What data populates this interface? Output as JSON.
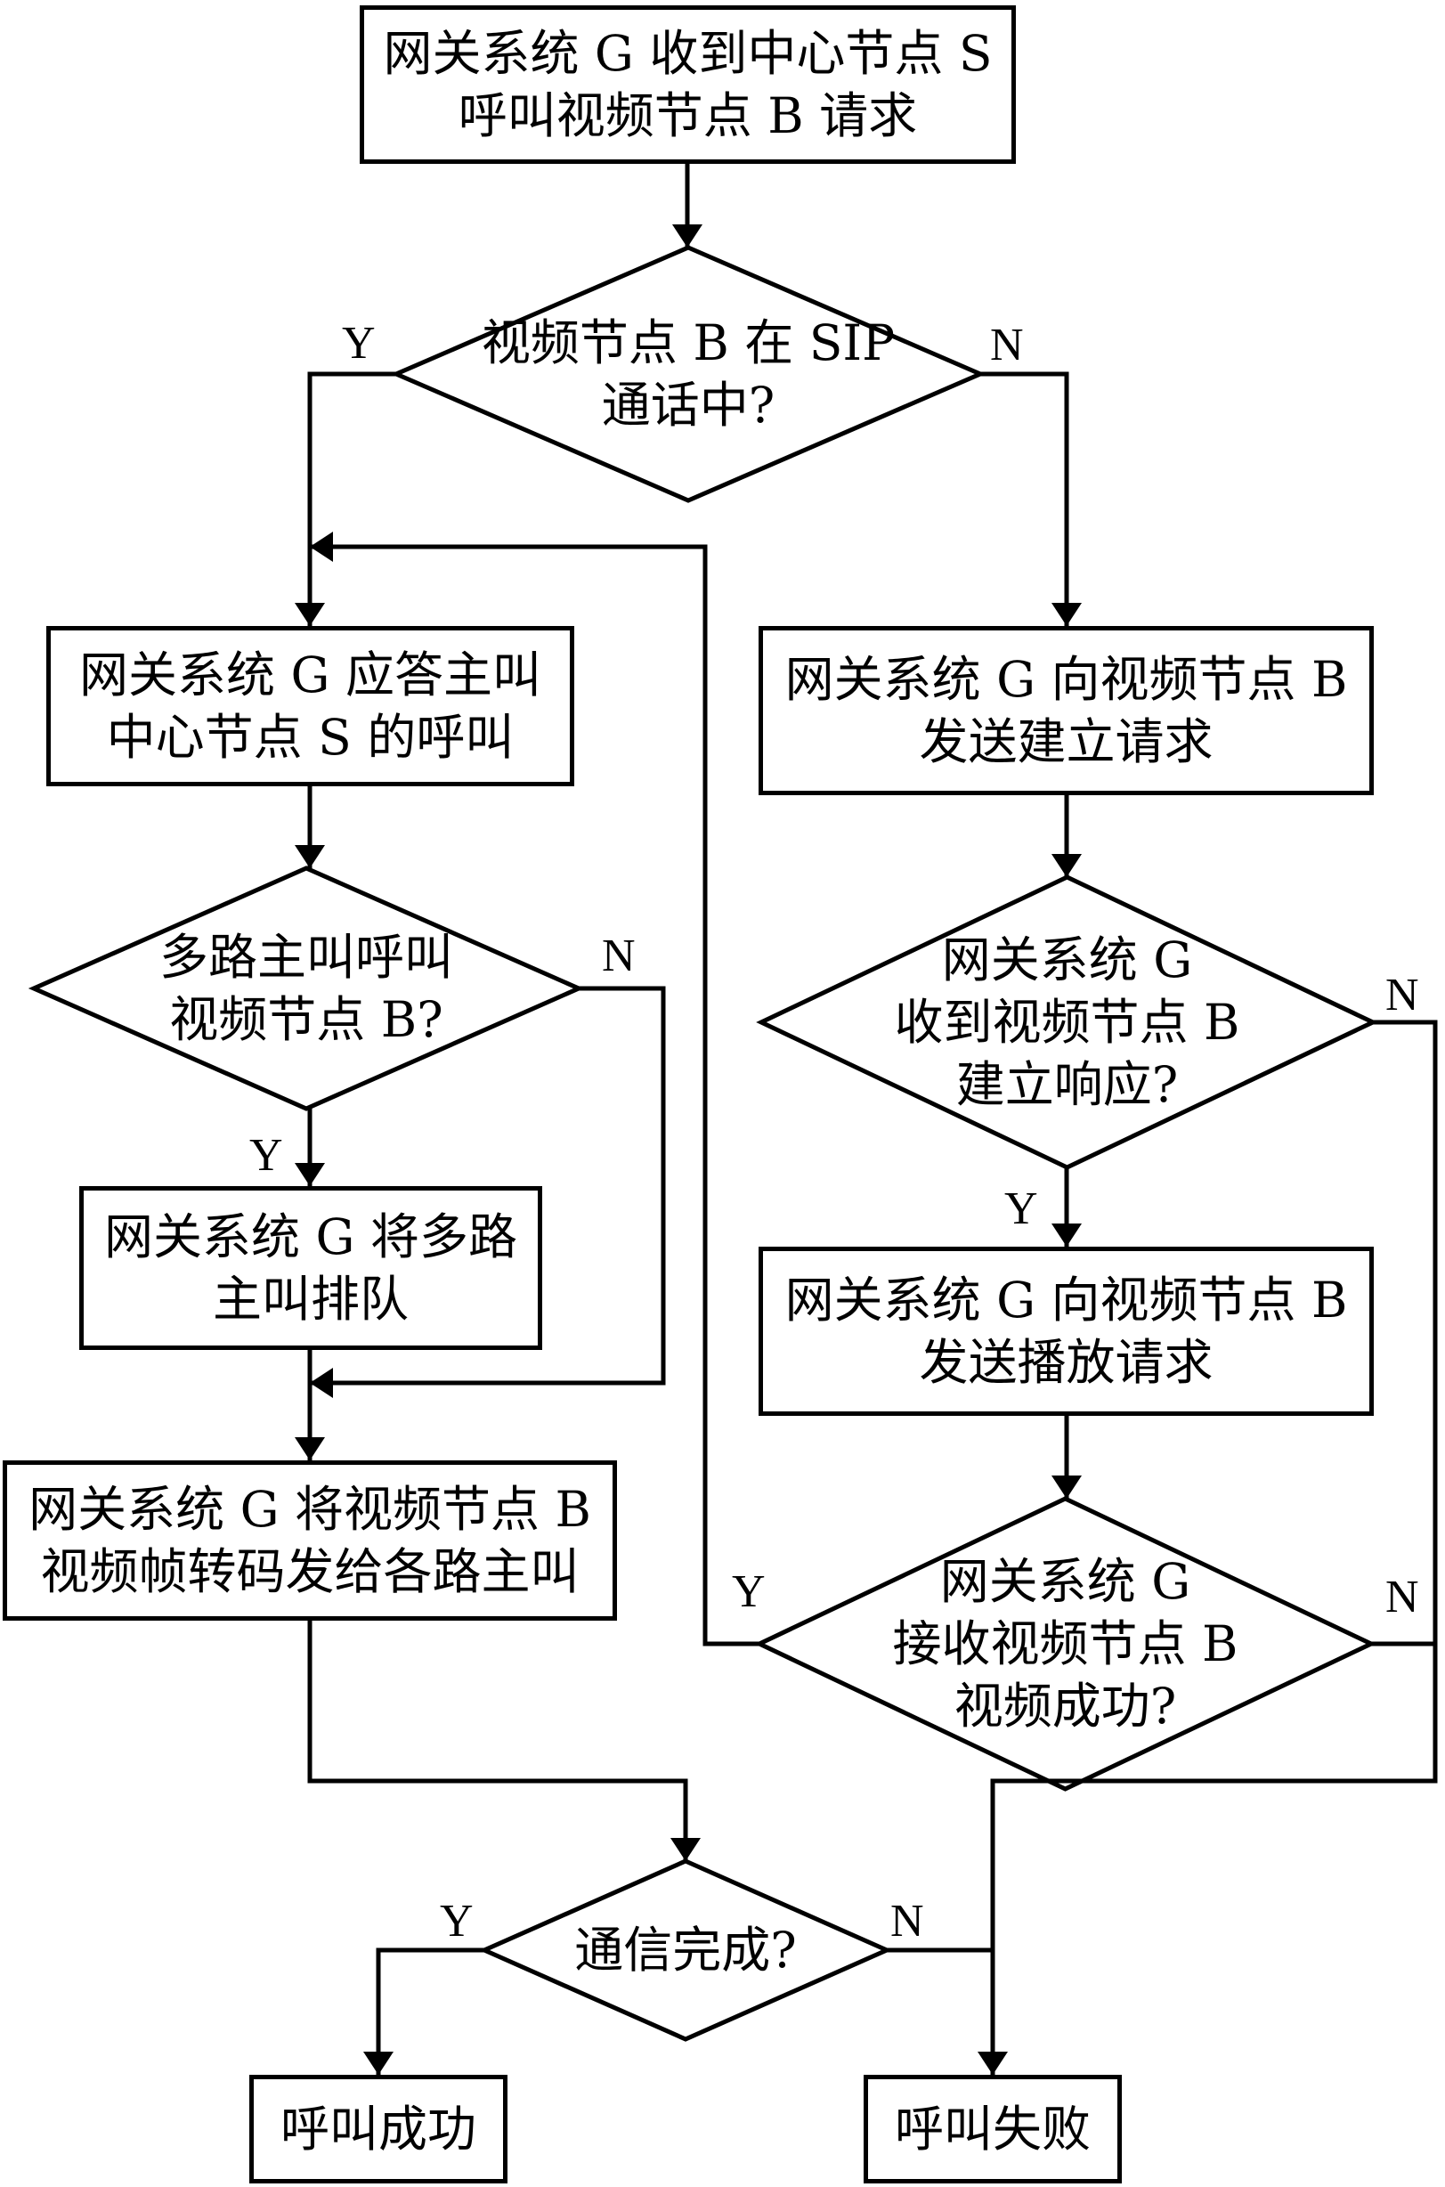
{
  "nodes": {
    "start": [
      "网关系统 G 收到中心节点 S",
      "呼叫视频节点 B 请求"
    ],
    "q_sip": [
      "视频节点 B 在 SIP",
      "通话中?"
    ],
    "answer": [
      "网关系统 G 应答主叫",
      "中心节点 S 的呼叫"
    ],
    "q_multi": [
      "多路主叫呼叫",
      "视频节点 B?"
    ],
    "queue": [
      "网关系统 G 将多路",
      "主叫排队"
    ],
    "transcode": [
      "网关系统 G 将视频节点 B",
      "视频帧转码发给各路主叫"
    ],
    "send_setup": [
      "网关系统 G 向视频节点 B",
      "发送建立请求"
    ],
    "q_setup": [
      "网关系统 G",
      "收到视频节点 B",
      "建立响应?"
    ],
    "send_play": [
      "网关系统 G 向视频节点 B",
      "发送播放请求"
    ],
    "q_recv": [
      "网关系统 G",
      "接收视频节点 B",
      "视频成功?"
    ],
    "q_done": [
      "通信完成?"
    ],
    "success": [
      "呼叫成功"
    ],
    "fail": [
      "呼叫失败"
    ]
  },
  "branch_labels": {
    "yes": "Y",
    "no": "N"
  }
}
